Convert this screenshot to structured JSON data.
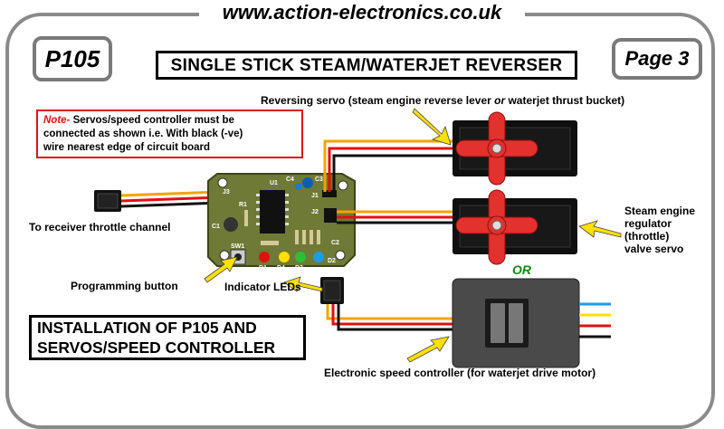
{
  "header": {
    "website": "www.action-electronics.co.uk",
    "product_code": "P105",
    "page": "Page 3",
    "title": "SINGLE STICK STEAM/WATERJET REVERSER"
  },
  "note": {
    "label": "Note-",
    "line1": " Servos/speed controller must be",
    "line2": "connected as shown i.e. With black (-ve)",
    "line3": "wire nearest edge of circuit board"
  },
  "labels": {
    "reversing_servo_a": "Reversing servo (steam engine reverse lever ",
    "reversing_servo_or": "or",
    "reversing_servo_b": " waterjet thrust bucket)",
    "receiver": "To receiver throttle channel",
    "programming": "Programming button",
    "leds": "Indicator LEDs",
    "regulator_1": "Steam engine",
    "regulator_2": "regulator",
    "regulator_3": "(throttle)",
    "regulator_4": "valve  servo",
    "or": "OR",
    "esc": "Electronic speed controller (for waterjet drive motor)"
  },
  "board_labels": {
    "j3": "J3",
    "j1": "J1",
    "j2": "J2",
    "c1": "C1",
    "c2": "C2",
    "c3": "C3",
    "c4": "C4",
    "u1": "U1",
    "r1": "R1",
    "sw1": "SW1",
    "d1": "D1",
    "d2": "D2",
    "d3": "D3",
    "d4": "D4"
  },
  "install": {
    "line1": "INSTALLATION OF P105 AND",
    "line2": "SERVOS/SPEED CONTROLLER"
  },
  "colors": {
    "wire_orange": "#f5a300",
    "wire_red": "#e01010",
    "wire_black": "#111111",
    "wire_blue": "#1e9be8",
    "wire_yellow": "#ffe000",
    "servo_horn": "#e3312d",
    "board": "#6e7a35",
    "esc_body": "#4a4a4a",
    "note_border": "#dd1111",
    "or_green": "#118a11"
  }
}
